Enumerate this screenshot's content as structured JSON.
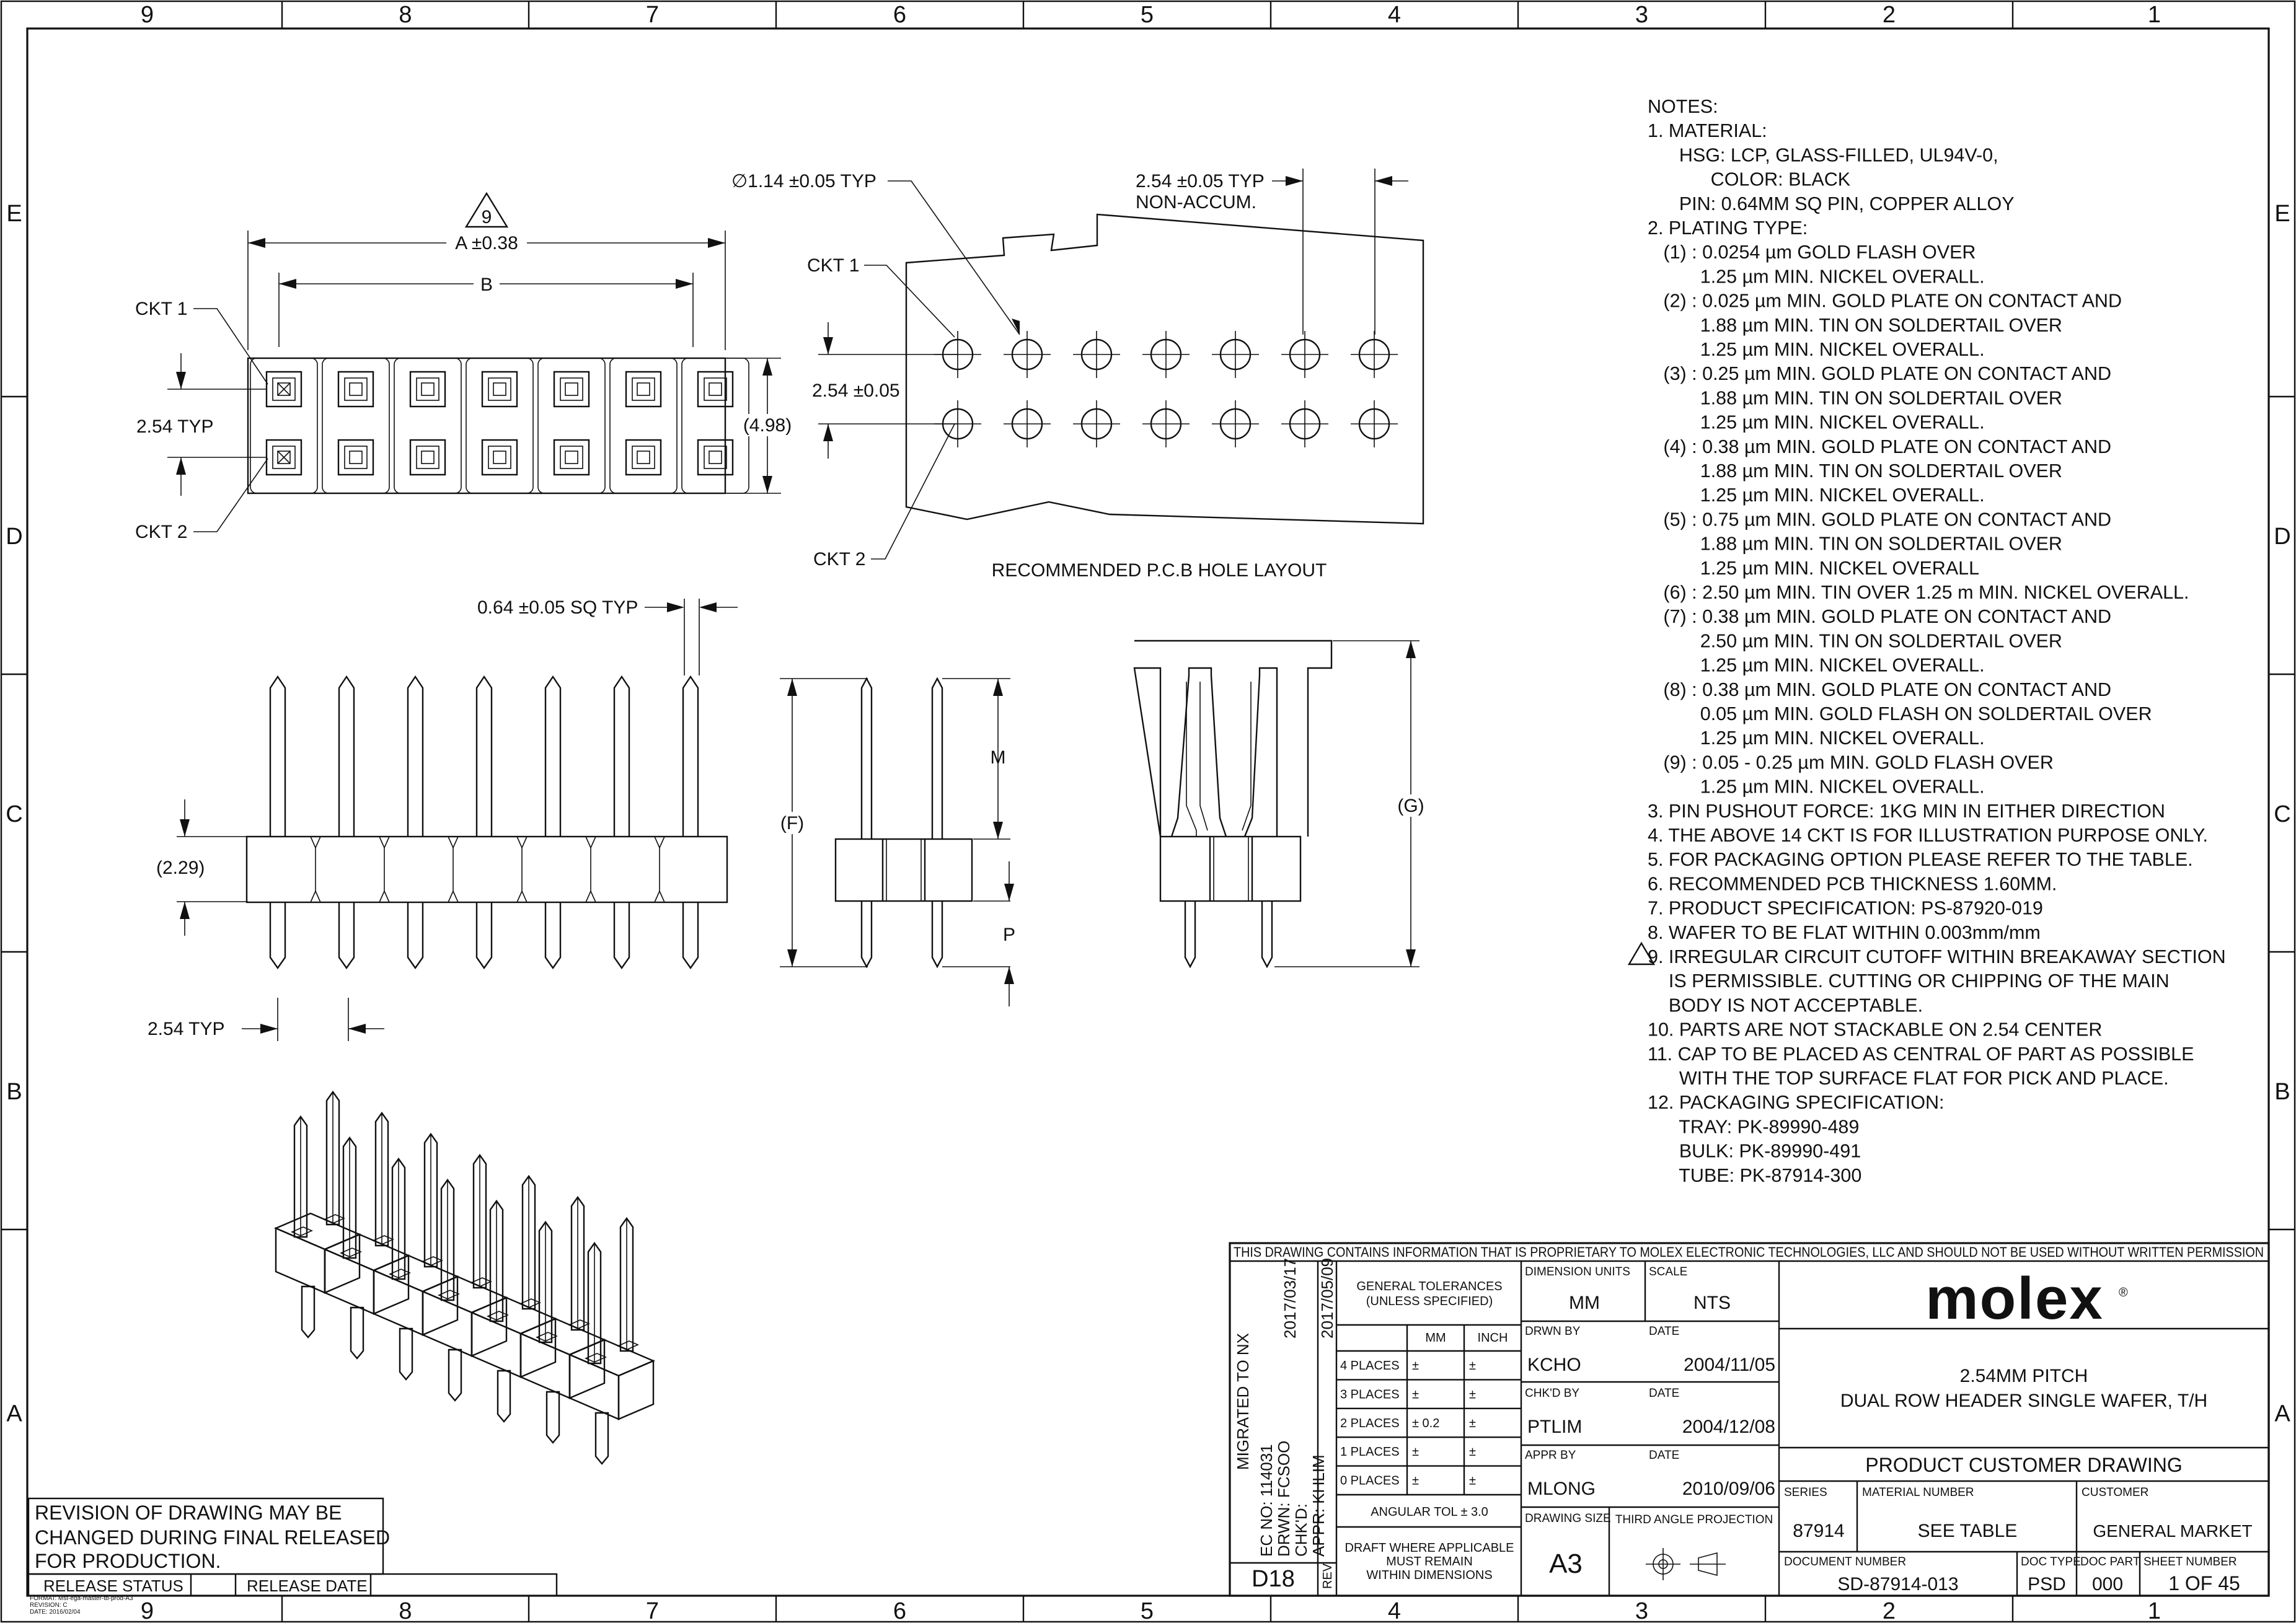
{
  "border": {
    "columns": [
      "9",
      "8",
      "7",
      "6",
      "5",
      "4",
      "3",
      "2",
      "1"
    ],
    "rows": [
      "E",
      "D",
      "C",
      "B",
      "A"
    ]
  },
  "top_view": {
    "dim_a": "A ±0.38",
    "dim_b": "B",
    "ckt1": "CKT 1",
    "ckt2": "CKT 2",
    "pitch": "2.54 TYP",
    "height": "(4.98)",
    "flag": "9"
  },
  "pcb_layout": {
    "hole_dia": "∅1.14 ±0.05 TYP",
    "pitch_x_1": "2.54 ±0.05 TYP",
    "pitch_x_2": "NON-ACCUM.",
    "pitch_y": "2.54 ±0.05",
    "ckt1": "CKT 1",
    "ckt2": "CKT 2",
    "caption": "RECOMMENDED P.C.B HOLE LAYOUT"
  },
  "side_view": {
    "pin_sq": "0.64 ±0.05 SQ TYP",
    "housing_h": "(2.29)",
    "pitch": "2.54 TYP"
  },
  "end_view": {
    "dim_m": "M",
    "dim_f": "(F)",
    "dim_p": "P"
  },
  "cap_view": {
    "dim_g": "(G)"
  },
  "notes": [
    "NOTES:",
    "1. MATERIAL:",
    "      HSG: LCP, GLASS-FILLED, UL94V-0,",
    "            COLOR: BLACK",
    "      PIN: 0.64MM SQ PIN, COPPER ALLOY",
    "2. PLATING TYPE:",
    "   (1) : 0.0254 µm GOLD FLASH OVER",
    "          1.25 µm MIN. NICKEL OVERALL.",
    "   (2) : 0.025 µm MIN. GOLD PLATE ON CONTACT AND",
    "          1.88 µm MIN. TIN ON SOLDERTAIL OVER",
    "          1.25 µm MIN. NICKEL OVERALL.",
    "   (3) : 0.25 µm MIN. GOLD PLATE ON CONTACT AND",
    "          1.88 µm MIN. TIN ON SOLDERTAIL OVER",
    "          1.25 µm MIN. NICKEL OVERALL.",
    "   (4) : 0.38 µm MIN. GOLD PLATE ON CONTACT AND",
    "          1.88 µm MIN. TIN ON SOLDERTAIL OVER",
    "          1.25 µm MIN. NICKEL OVERALL.",
    "   (5) : 0.75 µm MIN. GOLD PLATE ON CONTACT AND",
    "          1.88 µm MIN. TIN ON SOLDERTAIL OVER",
    "          1.25 µm MIN. NICKEL OVERALL",
    "   (6) : 2.50 µm MIN. TIN OVER 1.25 m MIN. NICKEL OVERALL.",
    "   (7) : 0.38 µm MIN. GOLD PLATE ON CONTACT AND",
    "          2.50 µm MIN. TIN ON SOLDERTAIL OVER",
    "          1.25 µm MIN. NICKEL OVERALL.",
    "   (8) : 0.38 µm MIN. GOLD PLATE ON CONTACT AND",
    "          0.05 µm MIN. GOLD FLASH ON SOLDERTAIL OVER",
    "          1.25 µm MIN. NICKEL OVERALL.",
    "   (9) : 0.05 - 0.25 µm MIN. GOLD FLASH OVER",
    "          1.25 µm MIN. NICKEL OVERALL.",
    "3. PIN PUSHOUT FORCE: 1KG MIN IN EITHER DIRECTION",
    "4. THE ABOVE 14 CKT IS FOR ILLUSTRATION PURPOSE ONLY.",
    "5. FOR PACKAGING OPTION PLEASE REFER TO THE TABLE.",
    "6. RECOMMENDED PCB THICKNESS 1.60MM.",
    "7. PRODUCT SPECIFICATION: PS-87920-019",
    "8. WAFER TO BE FLAT WITHIN 0.003mm/mm",
    "9. IRREGULAR CIRCUIT CUTOFF WITHIN BREAKAWAY SECTION",
    "    IS PERMISSIBLE. CUTTING OR CHIPPING OF THE MAIN",
    "    BODY IS NOT ACCEPTABLE.",
    "10. PARTS ARE NOT STACKABLE ON 2.54 CENTER",
    "11. CAP TO BE PLACED AS CENTRAL OF PART AS POSSIBLE",
    "      WITH THE TOP SURFACE FLAT FOR PICK AND PLACE.",
    "12. PACKAGING SPECIFICATION:",
    "      TRAY: PK-89990-489",
    "      BULK: PK-89990-491",
    "      TUBE: PK-87914-300"
  ],
  "revision_box": {
    "line1": "REVISION OF DRAWING MAY BE",
    "line2": "CHANGED DURING FINAL RELEASED",
    "line3": "FOR PRODUCTION.",
    "release_status": "RELEASE STATUS",
    "release_date": "RELEASE DATE"
  },
  "format_info": [
    "FORMAT: Mst-ega-master-tb-prod-A3",
    "REVISION: C",
    "DATE: 2016/02/04"
  ],
  "title_block": {
    "proprietary": "THIS DRAWING CONTAINS INFORMATION THAT IS PROPRIETARY TO MOLEX ELECTRONIC TECHNOLOGIES, LLC AND SHOULD NOT BE USED WITHOUT WRITTEN PERMISSION",
    "rev_history_1": "MIGRATED TO NX",
    "rev_history_2": "EC NO:  114031",
    "rev_history_3": "DRWN:  FCSOO",
    "rev_history_4": "CHK'D:",
    "rev_history_5": "APPR:  KHLIM",
    "rev_date_1": "2017/03/17",
    "rev_date_2": "2017/05/09",
    "rev_code": "D18",
    "rev_label": "REV",
    "gen_tol_1": "GENERAL TOLERANCES",
    "gen_tol_2": "(UNLESS SPECIFIED)",
    "col_mm": "MM",
    "col_inch": "INCH",
    "places": [
      {
        "label": "4 PLACES",
        "mm": "±",
        "inch": "±"
      },
      {
        "label": "3 PLACES",
        "mm": "±",
        "inch": "±"
      },
      {
        "label": "2 PLACES",
        "mm": "±  0.2",
        "inch": "±"
      },
      {
        "label": "1 PLACES",
        "mm": "±",
        "inch": "±"
      },
      {
        "label": "0 PLACES",
        "mm": "±",
        "inch": "±"
      }
    ],
    "angular": "ANGULAR TOL ±  3.0",
    "draft_1": "DRAFT WHERE APPLICABLE",
    "draft_2": "MUST REMAIN",
    "draft_3": "WITHIN DIMENSIONS",
    "dim_units_label": "DIMENSION UNITS",
    "dim_units": "MM",
    "scale_label": "SCALE",
    "scale": "NTS",
    "drwn_by_label": "DRWN BY",
    "drwn_by": "KCHO",
    "drwn_date_label": "DATE",
    "drwn_date": "2004/11/05",
    "chkd_by_label": "CHK'D BY",
    "chkd_by": "PTLIM",
    "chkd_date_label": "DATE",
    "chkd_date": "2004/12/08",
    "appr_by_label": "APPR BY",
    "appr_by": "MLONG",
    "appr_date_label": "DATE",
    "appr_date": "2010/09/06",
    "drawing_size_label": "DRAWING SIZE",
    "drawing_size": "A3",
    "projection_label": "THIRD ANGLE PROJECTION",
    "logo": "molex",
    "title_1": "2.54MM PITCH",
    "title_2": "DUAL ROW HEADER SINGLE WAFER, T/H",
    "drawing_type": "PRODUCT CUSTOMER DRAWING",
    "series_label": "SERIES",
    "series": "87914",
    "material_label": "MATERIAL NUMBER",
    "material": "SEE TABLE",
    "customer_label": "CUSTOMER",
    "customer": "GENERAL MARKET",
    "doc_num_label": "DOCUMENT NUMBER",
    "doc_num": "SD-87914-013",
    "doc_type_label": "DOC TYPE",
    "doc_type": "PSD",
    "doc_part_label": "DOC PART",
    "doc_part": "000",
    "sheet_label": "SHEET NUMBER",
    "sheet": "1 OF 45"
  }
}
